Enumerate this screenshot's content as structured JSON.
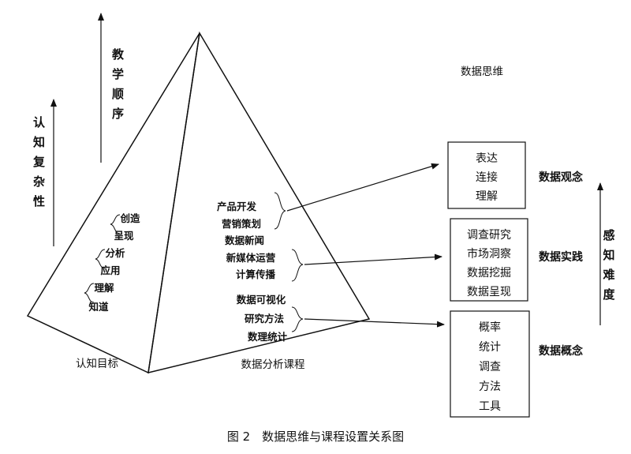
{
  "pyramid": {
    "top_label": "数据思维",
    "left_face_label": "认知目标",
    "right_face_label": "数据分析课程",
    "left_items": [
      "创造",
      "呈现",
      "分析",
      "应用",
      "理解",
      "知道"
    ],
    "right_items": [
      "产品开发",
      "营销策划",
      "数据新闻",
      "新媒体运营",
      "计算传播",
      "数据可视化",
      "研究方法",
      "数理统计"
    ]
  },
  "arrows_left": {
    "cognitive_complexity": "认知复杂性",
    "teaching_order": "教学顺序"
  },
  "boxes": {
    "concept_box": [
      "表达",
      "连接",
      "理解"
    ],
    "practice_box": [
      "调查研究",
      "市场洞察",
      "数据挖掘",
      "数据呈现"
    ],
    "basics_box": [
      "概率",
      "统计",
      "调查",
      "方法",
      "工具"
    ]
  },
  "categories": [
    "数据观念",
    "数据实践",
    "数据概念"
  ],
  "difficulty_axis": "感知难度",
  "caption": "图 2　数据思维与课程设置关系图",
  "colors": {
    "ink": "#111111",
    "background": "#ffffff"
  }
}
